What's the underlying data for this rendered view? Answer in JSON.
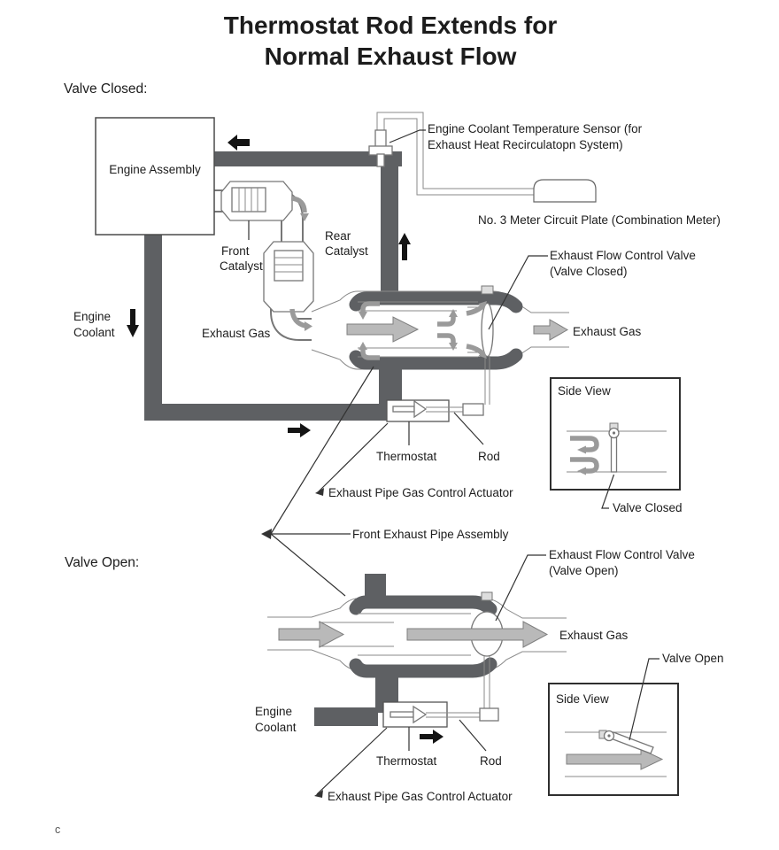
{
  "title": {
    "line1": "Thermostat Rod Extends for",
    "line2": "Normal Exhaust Flow"
  },
  "colors": {
    "title": "#df4a2e",
    "pipe_dark": "#5e6063",
    "arrow_gray": "#b9b9b9",
    "arrow_black": "#141414",
    "text": "#1c1c1c"
  },
  "headings": {
    "valve_closed": "Valve Closed:",
    "valve_open": "Valve Open:"
  },
  "labels": {
    "engine_assembly": "Engine Assembly",
    "sensor_l1": "Engine Coolant Temperature Sensor (for",
    "sensor_l2": "Exhaust Heat Recirculatopn System)",
    "meter_plate": "No. 3 Meter Circuit Plate (Combination Meter)",
    "front_catalyst_l1": "Front",
    "front_catalyst_l2": "Catalyst",
    "rear_catalyst_l1": "Rear",
    "rear_catalyst_l2": "Catalyst",
    "engine_coolant_l1": "Engine",
    "engine_coolant_l2": "Coolant",
    "exhaust_gas": "Exhaust Gas",
    "flow_control_valve": "Exhaust Flow Control Valve",
    "state_closed_paren": "(Valve Closed)",
    "state_open_paren": "(Valve Open)",
    "side_view": "Side View",
    "valve_closed": "Valve Closed",
    "valve_open": "Valve Open",
    "thermostat": "Thermostat",
    "rod": "Rod",
    "actuator": "Exhaust Pipe Gas Control Actuator",
    "front_pipe_assembly": "Front Exhaust Pipe Assembly",
    "corner_mark": "c"
  }
}
